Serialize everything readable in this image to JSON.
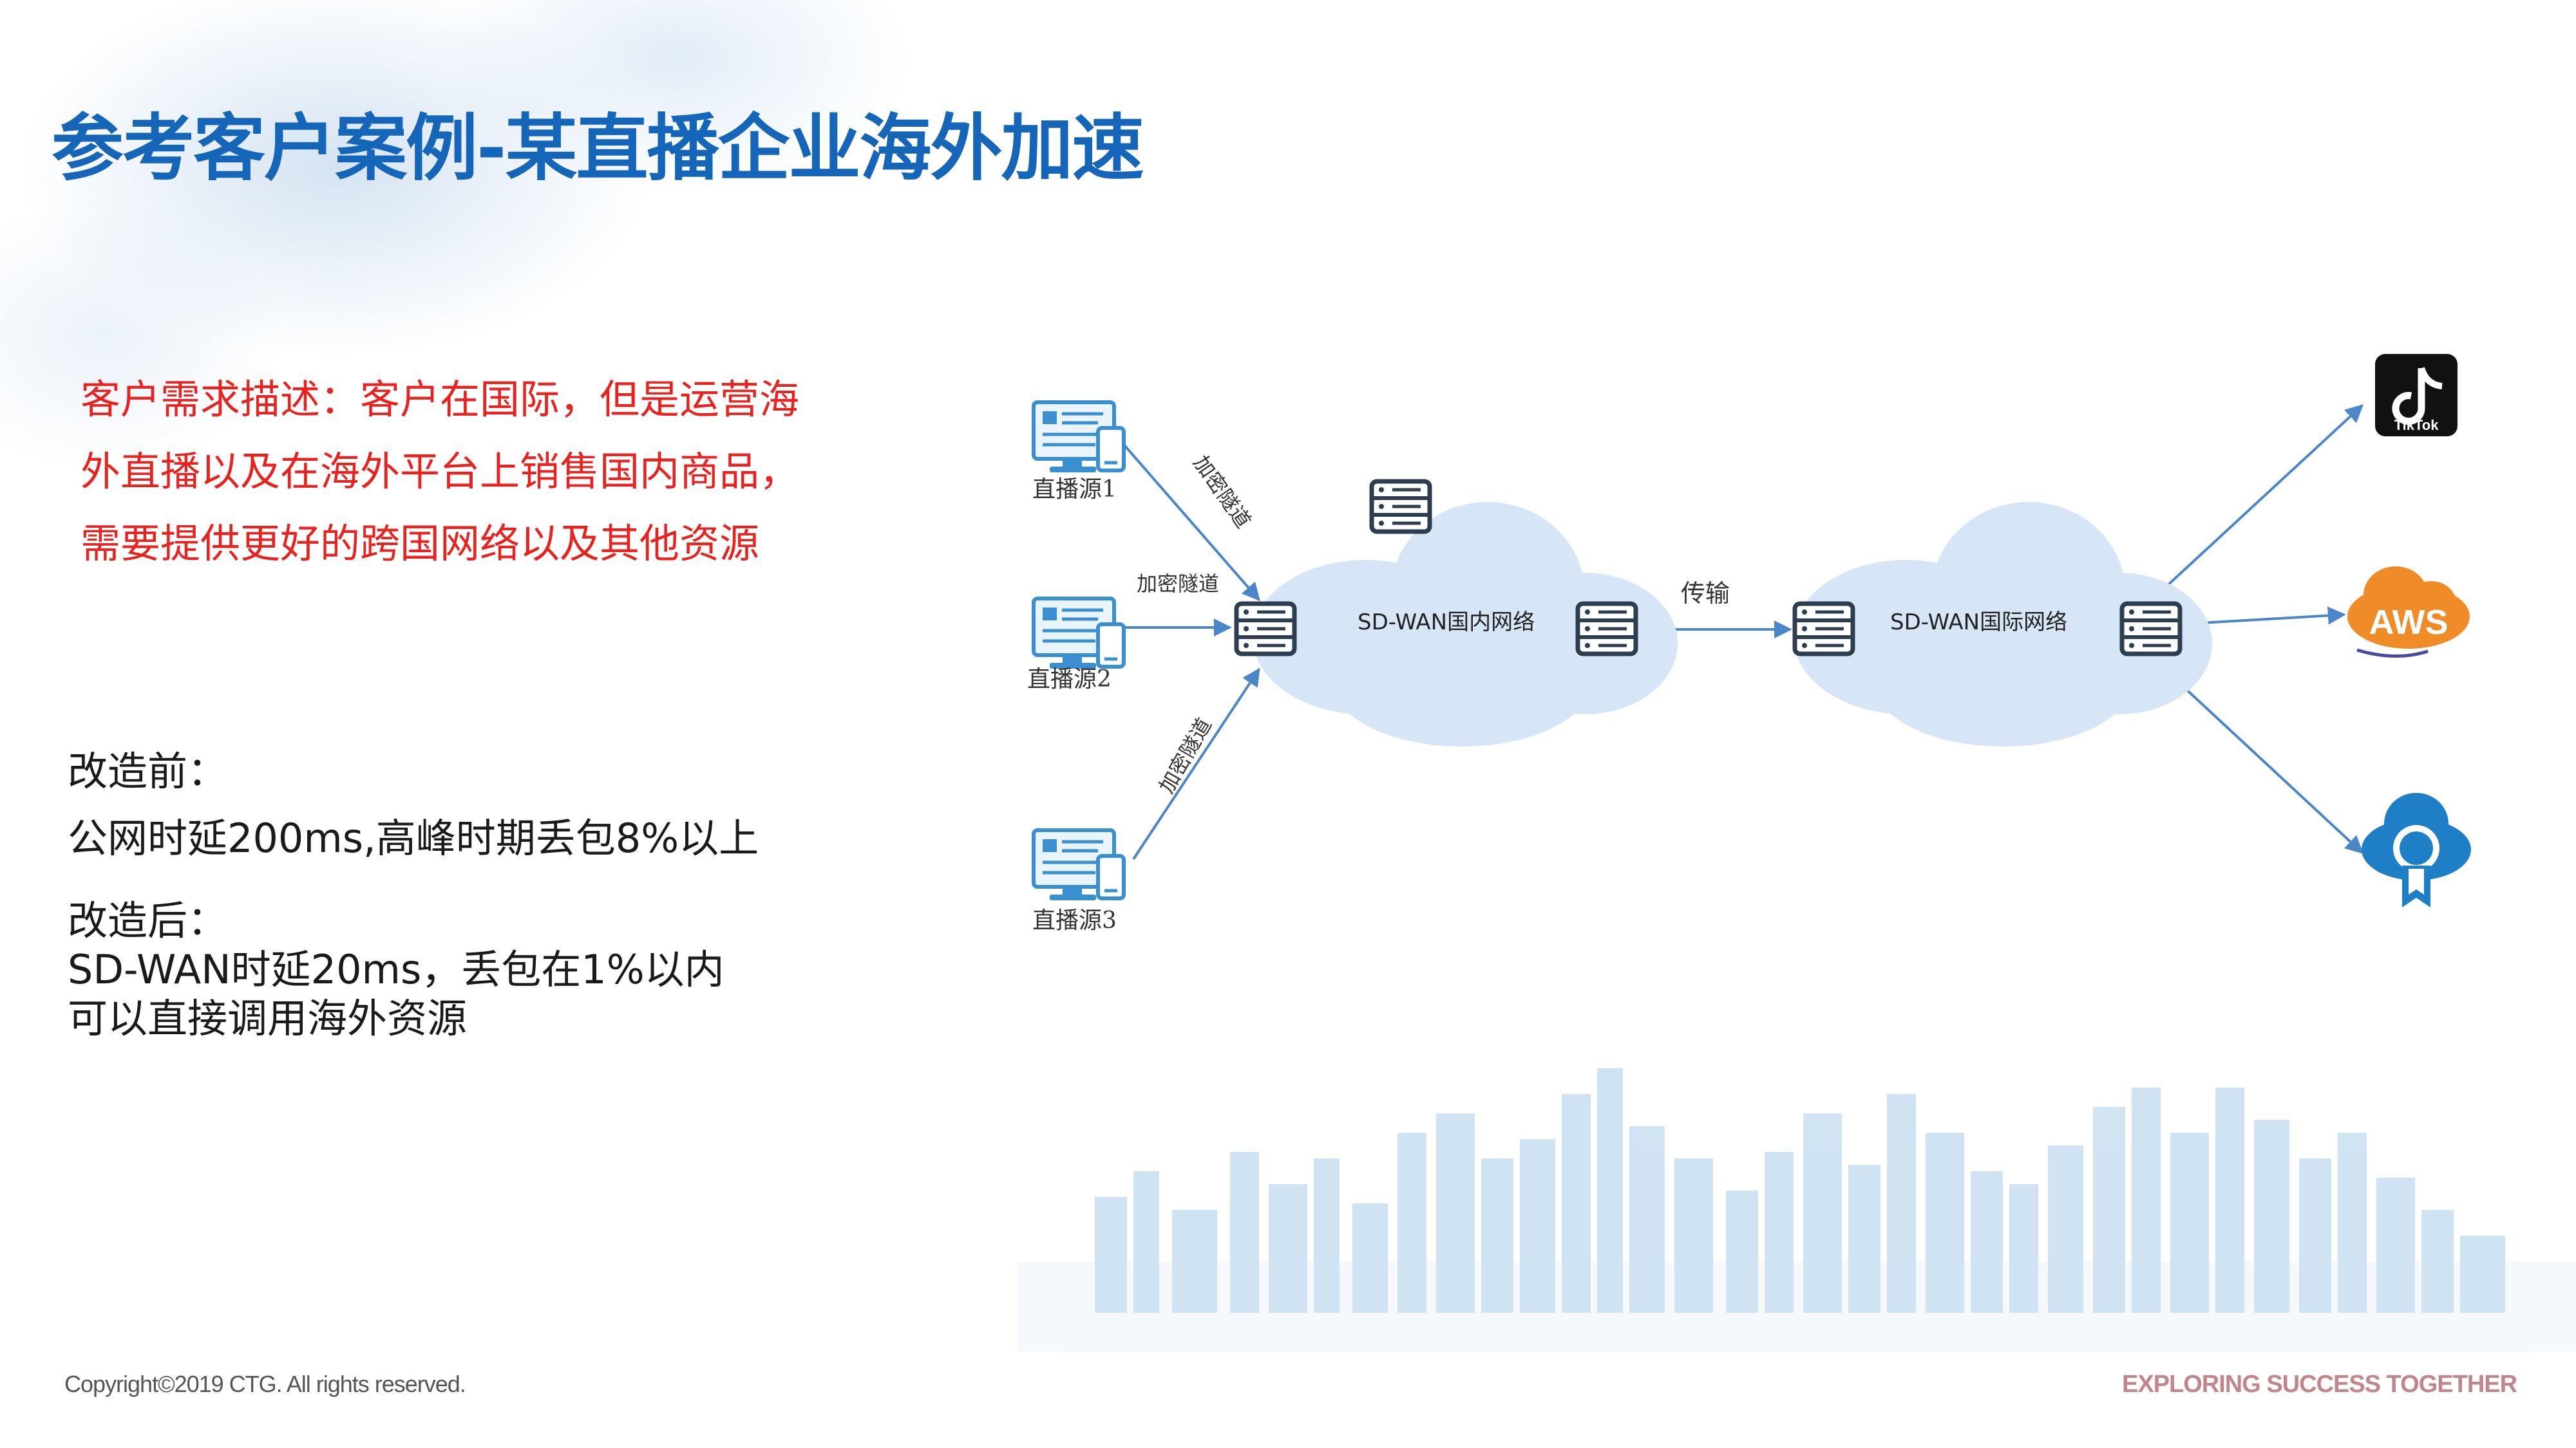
{
  "title": "参考客户案例-某直播企业海外加速",
  "requirement": {
    "lines": [
      "客户需求描述：客户在国际，但是运营海",
      "外直播以及在海外平台上销售国内商品，",
      "需要提供更好的跨国网络以及其他资源"
    ]
  },
  "before": {
    "heading": "改造前：",
    "detail": "公网时延200ms,高峰时期丢包8%以上"
  },
  "after": {
    "heading": "改造后：",
    "detail_1": "SD-WAN时延20ms，丢包在1%以内",
    "detail_2": "可以直接调用海外资源"
  },
  "diagram": {
    "sources": [
      "直播源1",
      "直播源2",
      "直播源3"
    ],
    "tunnel_labels": [
      "加密隧道",
      "加密隧道",
      "加密隧道"
    ],
    "domestic_cloud": "SD-WAN国内网络",
    "international_cloud": "SD-WAN国际网络",
    "transfer_label": "传输",
    "platforms": [
      {
        "name": "TikTok",
        "icon": "tiktok-icon"
      },
      {
        "name": "AWS",
        "icon": "aws-icon"
      },
      {
        "name": "",
        "icon": "cloud-certificate-icon"
      }
    ],
    "colors": {
      "line": "#4a86c8",
      "cloud": "#ddeaf7",
      "server": "#2d3e50",
      "aws": "#f08c28"
    }
  },
  "footer": {
    "copyright": "Copyright©2019 CTG. All rights reserved.",
    "slogan": "EXPLORING SUCCESS TOGETHER"
  }
}
